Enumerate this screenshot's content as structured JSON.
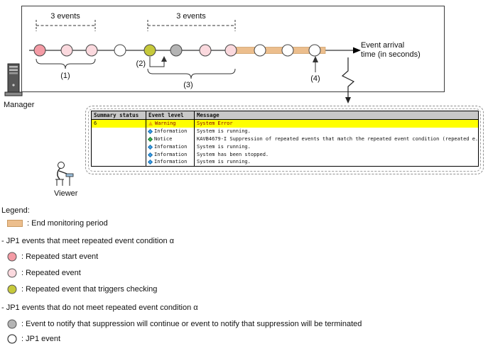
{
  "colors": {
    "repeated_start": "#f49ba5",
    "repeated": "#fbd9de",
    "trigger": "#c6c93b",
    "notify": "#b4b4b4",
    "jp1_event": "#ffffff",
    "end_monitoring": "#ecbe8d",
    "highlight_row": "#ffff00",
    "header_bg": "#c8c8c8"
  },
  "timeline": {
    "bracket1_label": "3 events",
    "bracket2_label": "3 events",
    "marker1": "(1)",
    "marker2": "(2)",
    "marker3": "(3)",
    "marker4": "(4)",
    "axis_label_line1": "Event arrival",
    "axis_label_line2": "time (in seconds)"
  },
  "manager_label": "Manager",
  "viewer_label": "Viewer",
  "event_table": {
    "columns": [
      "Summary status",
      "Event level",
      "Message"
    ],
    "rows": [
      {
        "summary": "6",
        "level": "Warning",
        "message": "System Error"
      },
      {
        "summary": "",
        "level": "Information",
        "message": "System is running."
      },
      {
        "summary": "",
        "level": "Notice",
        "message": "KAVB4679-I Suppression of repeated events that match the repeated event condition (repeated e..."
      },
      {
        "summary": "",
        "level": "Information",
        "message": "System is running."
      },
      {
        "summary": "",
        "level": "Information",
        "message": "System has been stopped."
      },
      {
        "summary": "",
        "level": "Information",
        "message": "System is running."
      }
    ]
  },
  "legend": {
    "title": "Legend:",
    "end_monitoring": ": End monitoring period",
    "group1_title": "- JP1 events that meet repeated event condition α",
    "item_repeated_start": ": Repeated start event",
    "item_repeated": ": Repeated event",
    "item_trigger": ": Repeated event that triggers checking",
    "group2_title": "- JP1 events that do not meet repeated event condition α",
    "item_notify": ": Event to notify that suppression will continue or event to notify that suppression will be terminated",
    "item_jp1": ": JP1 event"
  }
}
